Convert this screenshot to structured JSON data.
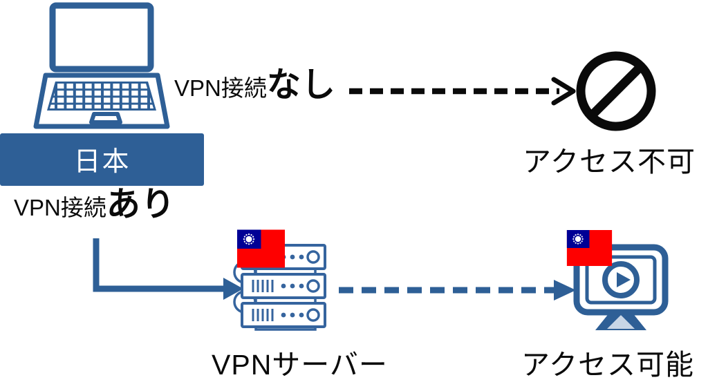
{
  "labels": {
    "source_country": "日本",
    "vpn_no_prefix": "VPN接続",
    "vpn_no_emphasis": "なし",
    "vpn_yes_prefix": "VPN接続",
    "vpn_yes_emphasis": "あり",
    "access_denied": "アクセス不可",
    "vpn_server": "VPNサーバー",
    "access_allowed": "アクセス可能"
  },
  "icons": {
    "laptop": "laptop-icon",
    "prohibition": "prohibition-icon",
    "server": "server-rack-icon",
    "monitor": "monitor-play-icon",
    "flag_on_server": "taiwan-flag-icon",
    "flag_on_monitor": "taiwan-flag-icon"
  },
  "colors": {
    "primary_blue": "#2E5F96",
    "server_blue": "#35649E",
    "ink_black": "#0A0A0A",
    "flag_red": "#FE0000",
    "flag_blue": "#000095",
    "stand_light": "#C9D6E6"
  }
}
